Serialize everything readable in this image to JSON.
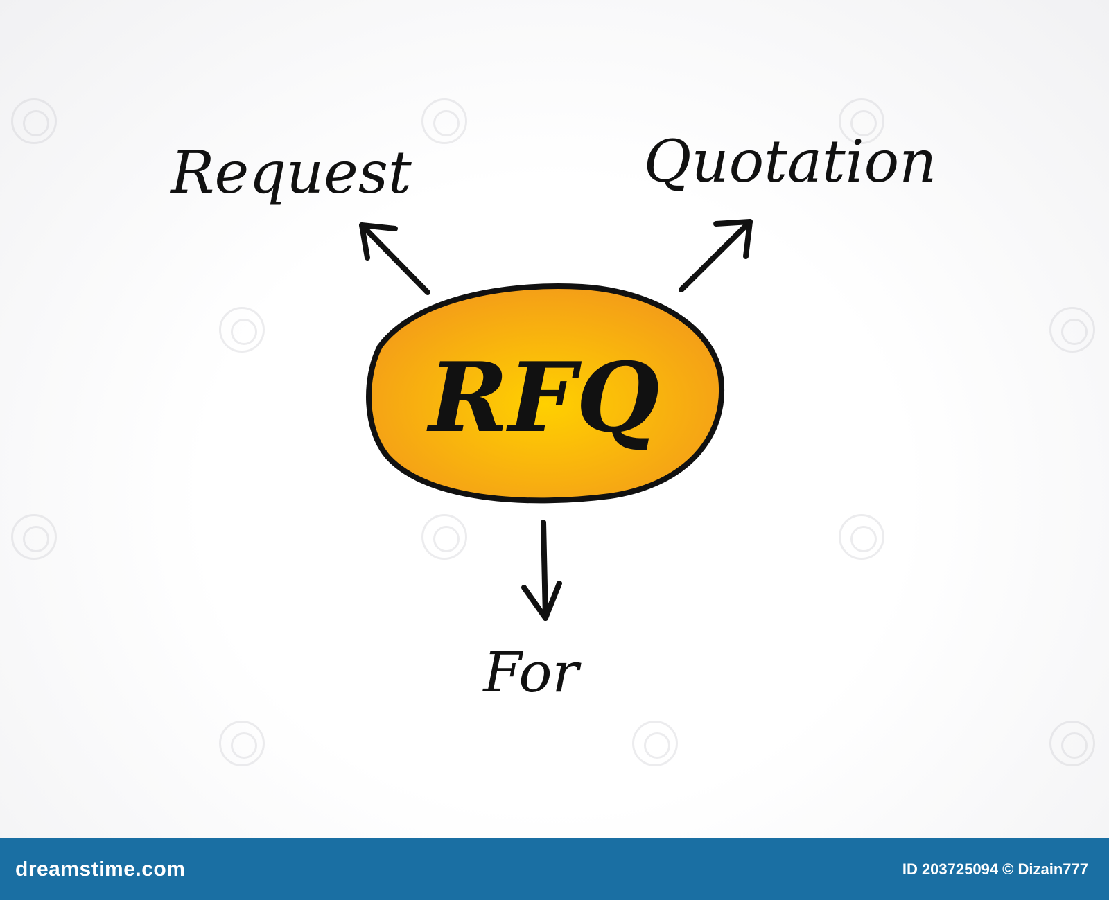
{
  "diagram": {
    "center_label": "RFQ",
    "branches": [
      {
        "label": "Request"
      },
      {
        "label": "Quotation"
      },
      {
        "label": "For"
      }
    ],
    "colors": {
      "ellipse_inner": "#ffd000",
      "ellipse_outer": "#f39a1a",
      "stroke": "#111111"
    }
  },
  "footer": {
    "brand": "dreamstime.com",
    "credit": "ID 203725094 © Dizain777",
    "color": "#1a6fa3"
  }
}
